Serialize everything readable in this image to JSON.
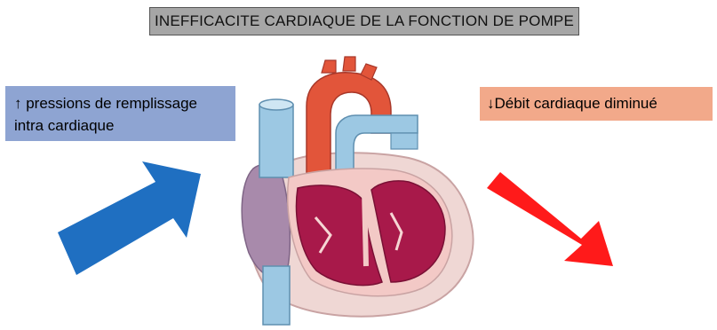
{
  "title": "INEFFICACITE CARDIAQUE DE LA FONCTION DE POMPE",
  "left_box": {
    "line1": "↑ pressions de remplissage",
    "line2": "intra cardiaque"
  },
  "right_box": {
    "text": "↓Débit cardiaque diminué"
  },
  "colors": {
    "title_bg": "#a6a6a6",
    "left_box_bg": "#8ea4d2",
    "right_box_bg": "#f2a98a",
    "blue_arrow": "#1f6fc1",
    "red_arrow": "#ff1a1a",
    "aorta_red": "#e2553a",
    "vessel_blue": "#9cc8e3",
    "myocardium": "#a8194a",
    "atrium_purple": "#a88aab"
  },
  "icons": [
    "blue-up-right-arrow",
    "red-down-right-arrow",
    "heart-illustration"
  ]
}
